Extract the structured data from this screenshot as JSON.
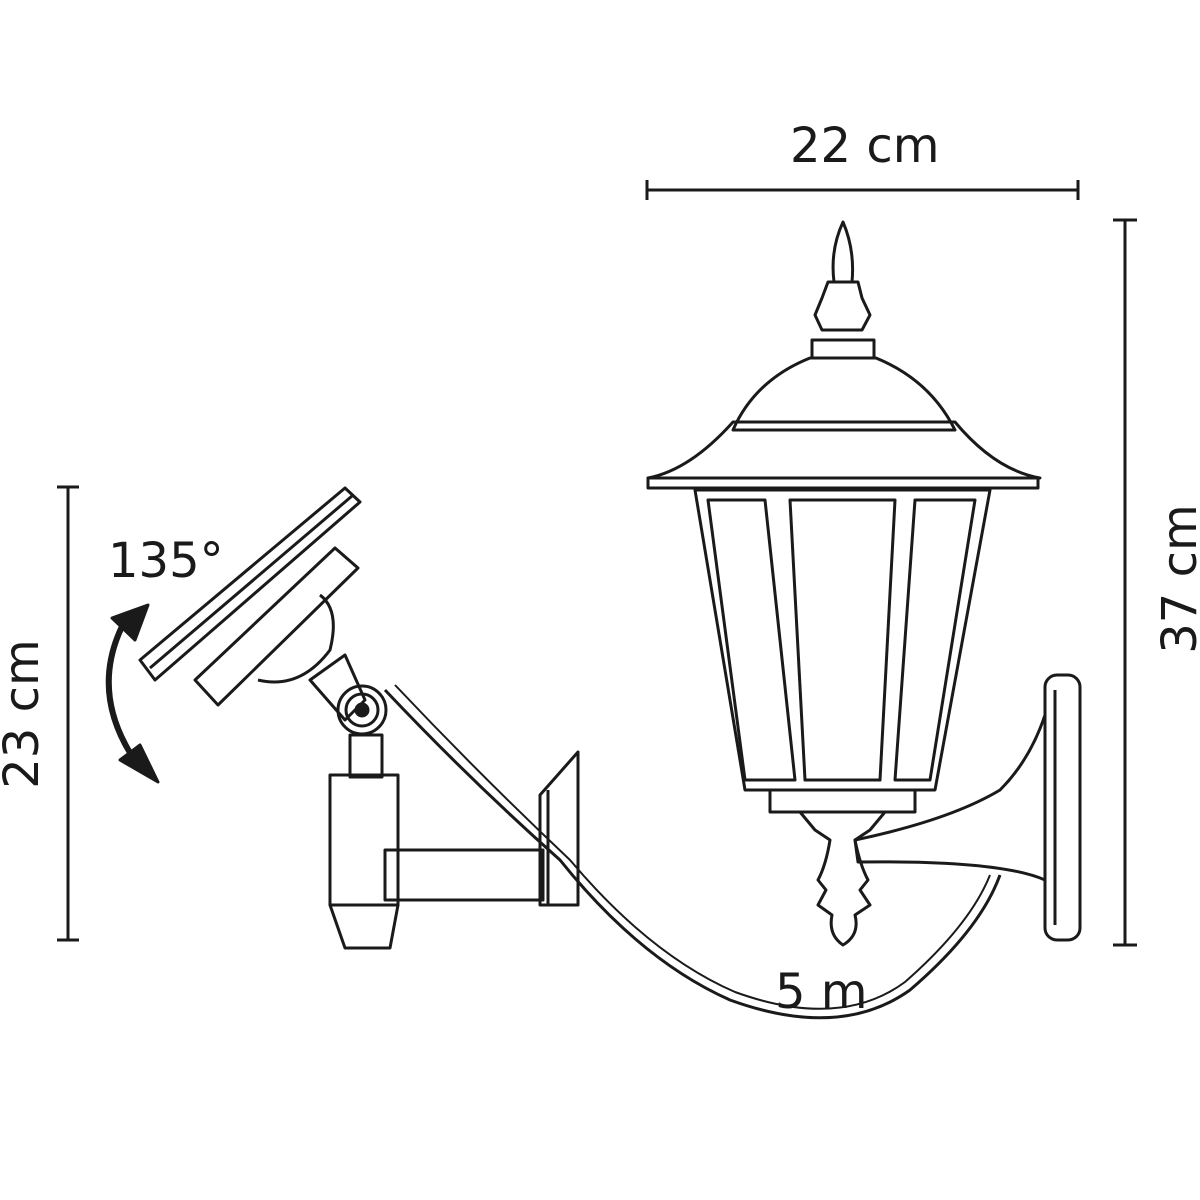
{
  "dimensions": {
    "width_label": "22 cm",
    "height_label": "37 cm",
    "solar_height_label": "23 cm",
    "tilt_angle_label": "135°",
    "cable_length_label": "5 m"
  },
  "colors": {
    "line": "#1a1a1a",
    "background": "#ffffff"
  }
}
